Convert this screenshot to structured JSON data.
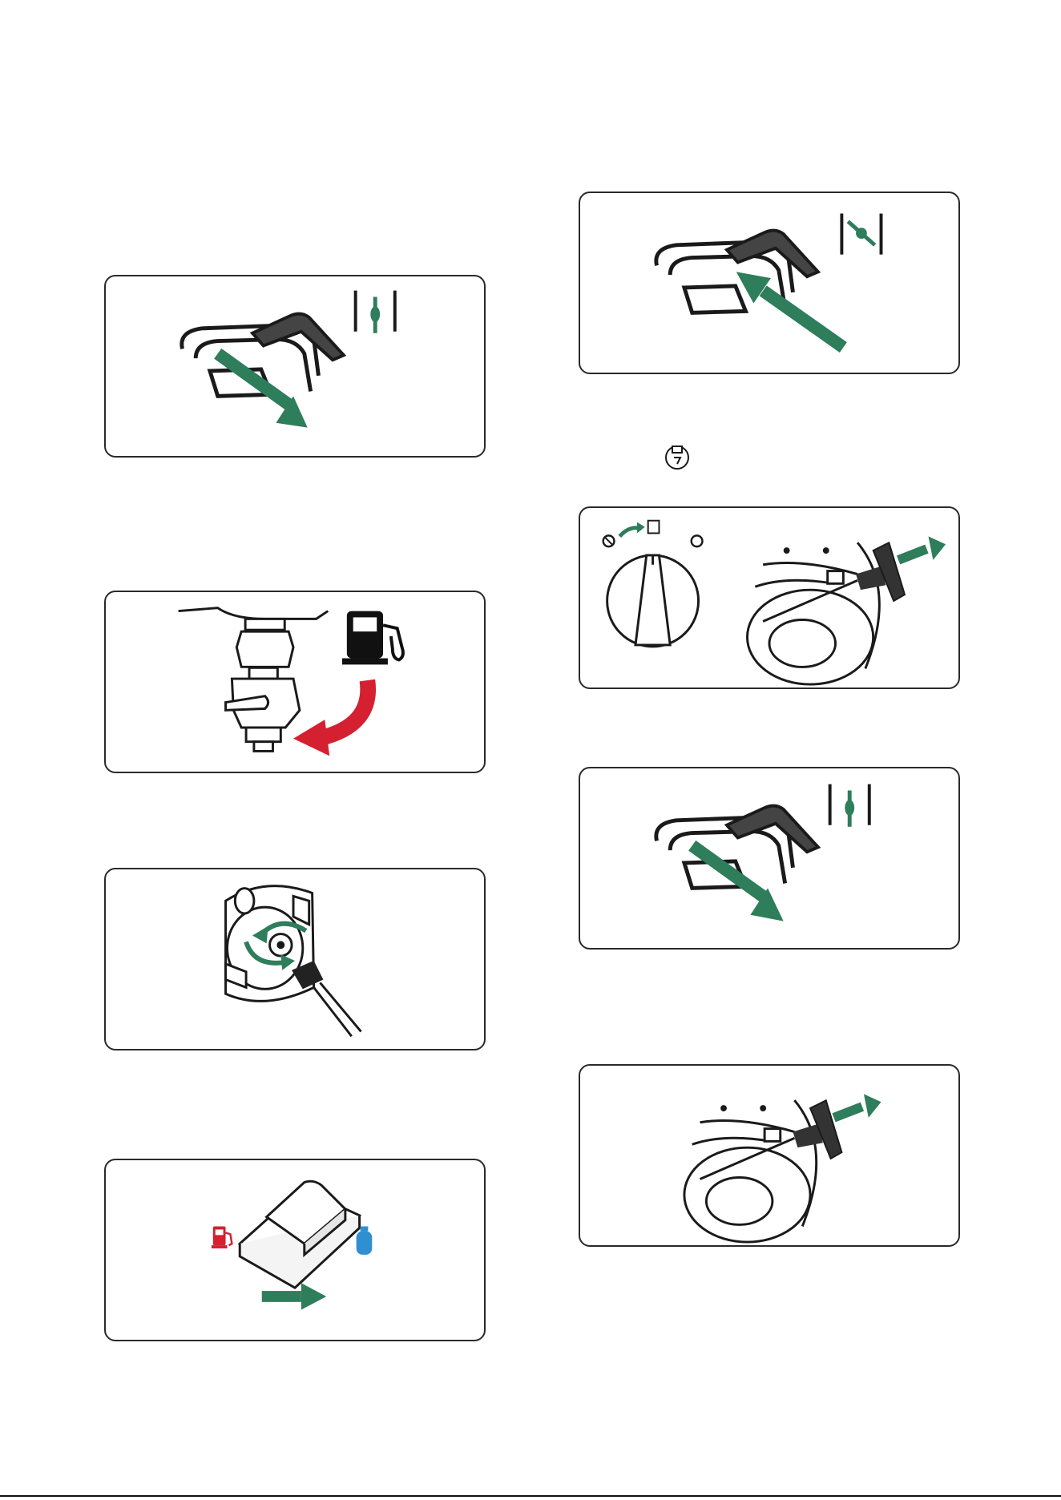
{
  "colors": {
    "accent_green": "#2e7d5b",
    "accent_red": "#d42030",
    "accent_blue": "#2f8fd0",
    "line": "#1a1a1a",
    "handle": "#3c3c3c"
  },
  "figures": {
    "left": [
      {
        "id": "choke-close",
        "icons": [
          "throttle-lever-icon",
          "choke-closed-icon",
          "arrow-down-right-icon"
        ]
      },
      {
        "id": "fuel-valve-off",
        "icons": [
          "fuel-valve-icon",
          "fuel-pump-icon",
          "curved-arrow-icon"
        ]
      },
      {
        "id": "gas-valve-open",
        "icons": [
          "gas-cylinder-valve-icon",
          "rotation-arrow-icon",
          "regulator-icon"
        ]
      },
      {
        "id": "fuel-selector-lpg",
        "icons": [
          "rocker-switch-icon",
          "fuel-pump-icon",
          "gas-cylinder-icon",
          "arrow-right-icon"
        ]
      }
    ],
    "right": [
      {
        "id": "choke-open",
        "icons": [
          "throttle-lever-icon",
          "choke-open-icon",
          "arrow-up-left-icon"
        ]
      },
      {
        "id": "engine-switch-start",
        "icons": [
          "engine-switch-dial-icon",
          "recoil-starter-icon",
          "arrow-right-icon"
        ]
      },
      {
        "id": "choke-close-2",
        "icons": [
          "throttle-lever-icon",
          "choke-closed-icon",
          "arrow-down-right-icon"
        ]
      },
      {
        "id": "recoil-pull",
        "icons": [
          "recoil-starter-icon",
          "arrow-right-icon"
        ]
      }
    ],
    "inline_icon": "engine-start-icon"
  }
}
